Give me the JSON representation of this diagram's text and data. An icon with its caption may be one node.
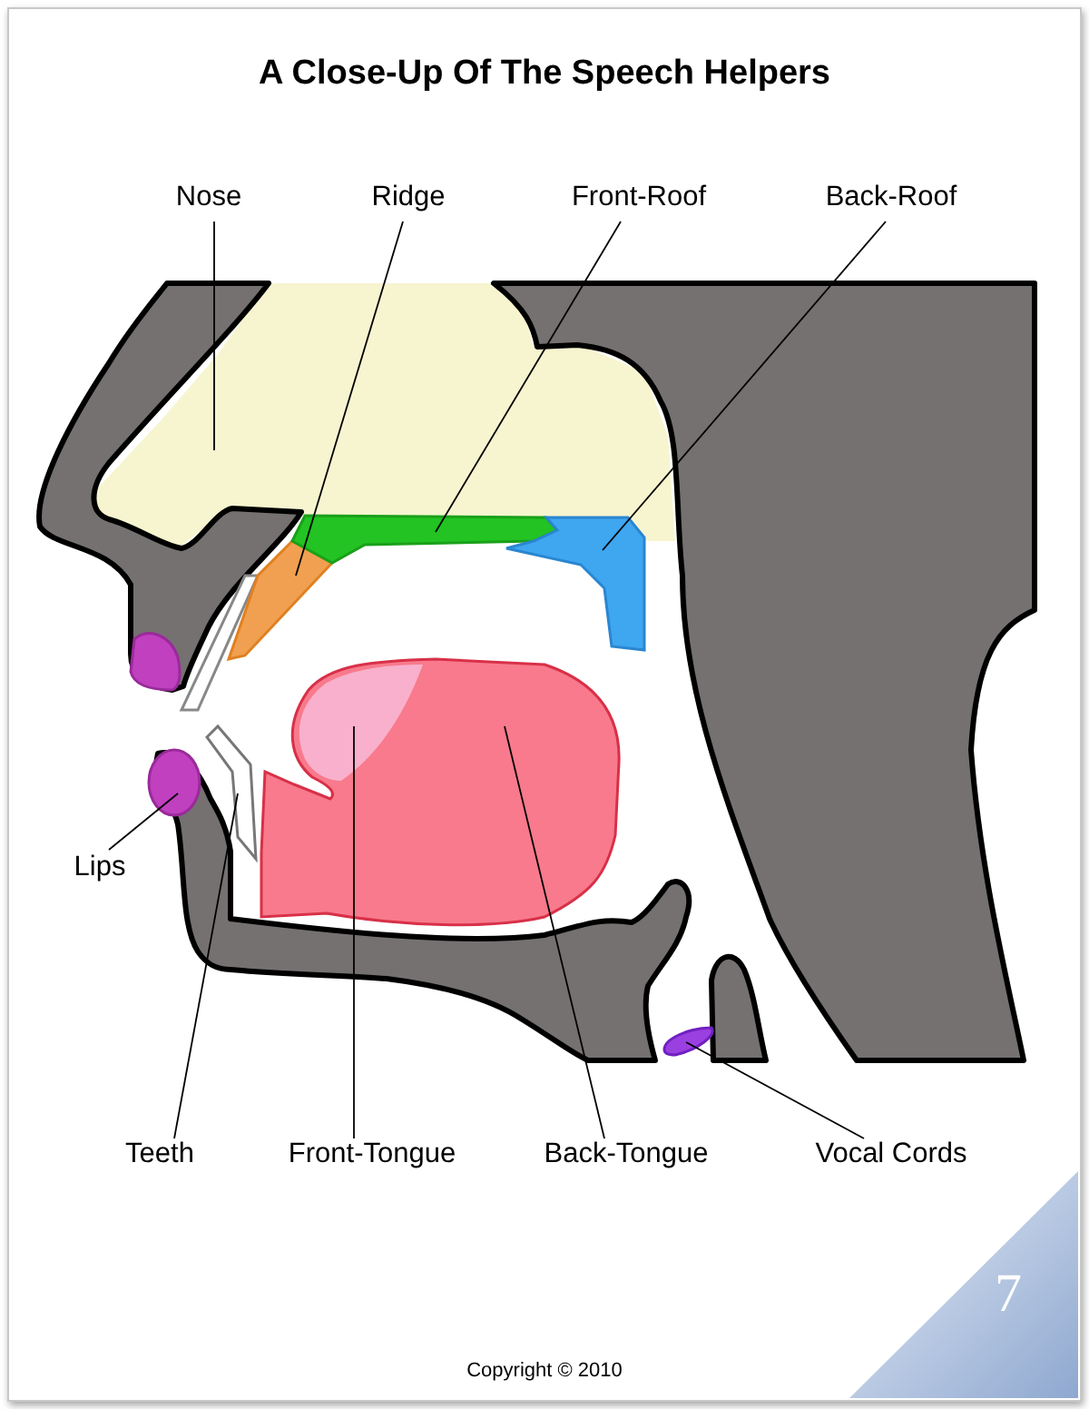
{
  "diagram": {
    "title": "A Close-Up Of The Speech Helpers",
    "nodes": [
      {
        "text": [
          "Nose"
        ]
      },
      {
        "text": [
          "Ridge"
        ]
      },
      {
        "text": [
          "Front-Roof"
        ]
      },
      {
        "text": [
          "Back-Roof"
        ]
      },
      {
        "text": [
          "Lips"
        ]
      },
      {
        "text": [
          "Teeth"
        ]
      },
      {
        "text": [
          "Front-Tongue"
        ]
      },
      {
        "text": [
          "Back-Tongue"
        ]
      },
      {
        "text": [
          "Vocal Cords"
        ]
      },
      {
        "text": [],
        "shape": "picture"
      },
      {
        "text": [],
        "shape": "picture"
      },
      {
        "text": [],
        "shape": "picture"
      },
      {
        "text": [],
        "shape": "picture"
      },
      {
        "text": [],
        "shape": "circle"
      },
      {
        "text": [],
        "shape": "picture"
      },
      {
        "text": [],
        "shape": "picture",
        "in": 16
      },
      {
        "text": [],
        "shape": "picture"
      },
      {
        "text": [],
        "shape": "picture"
      }
    ],
    "edges": [
      {
        "from": 0,
        "to": 9,
        "arrow": "none"
      },
      {
        "from": 1,
        "to": 10,
        "arrow": "none"
      },
      {
        "from": 2,
        "to": 11,
        "arrow": "none"
      },
      {
        "from": 3,
        "to": 12,
        "arrow": "none"
      },
      {
        "from": 4,
        "to": 13,
        "arrow": "none"
      },
      {
        "from": 5,
        "to": 14,
        "arrow": "none"
      },
      {
        "from": 6,
        "to": 15,
        "arrow": "none"
      },
      {
        "from": 7,
        "to": 16,
        "arrow": "none"
      },
      {
        "from": 8,
        "to": 17,
        "arrow": "none"
      }
    ],
    "labels": [
      "7",
      "Copyright © 2010"
    ]
  }
}
